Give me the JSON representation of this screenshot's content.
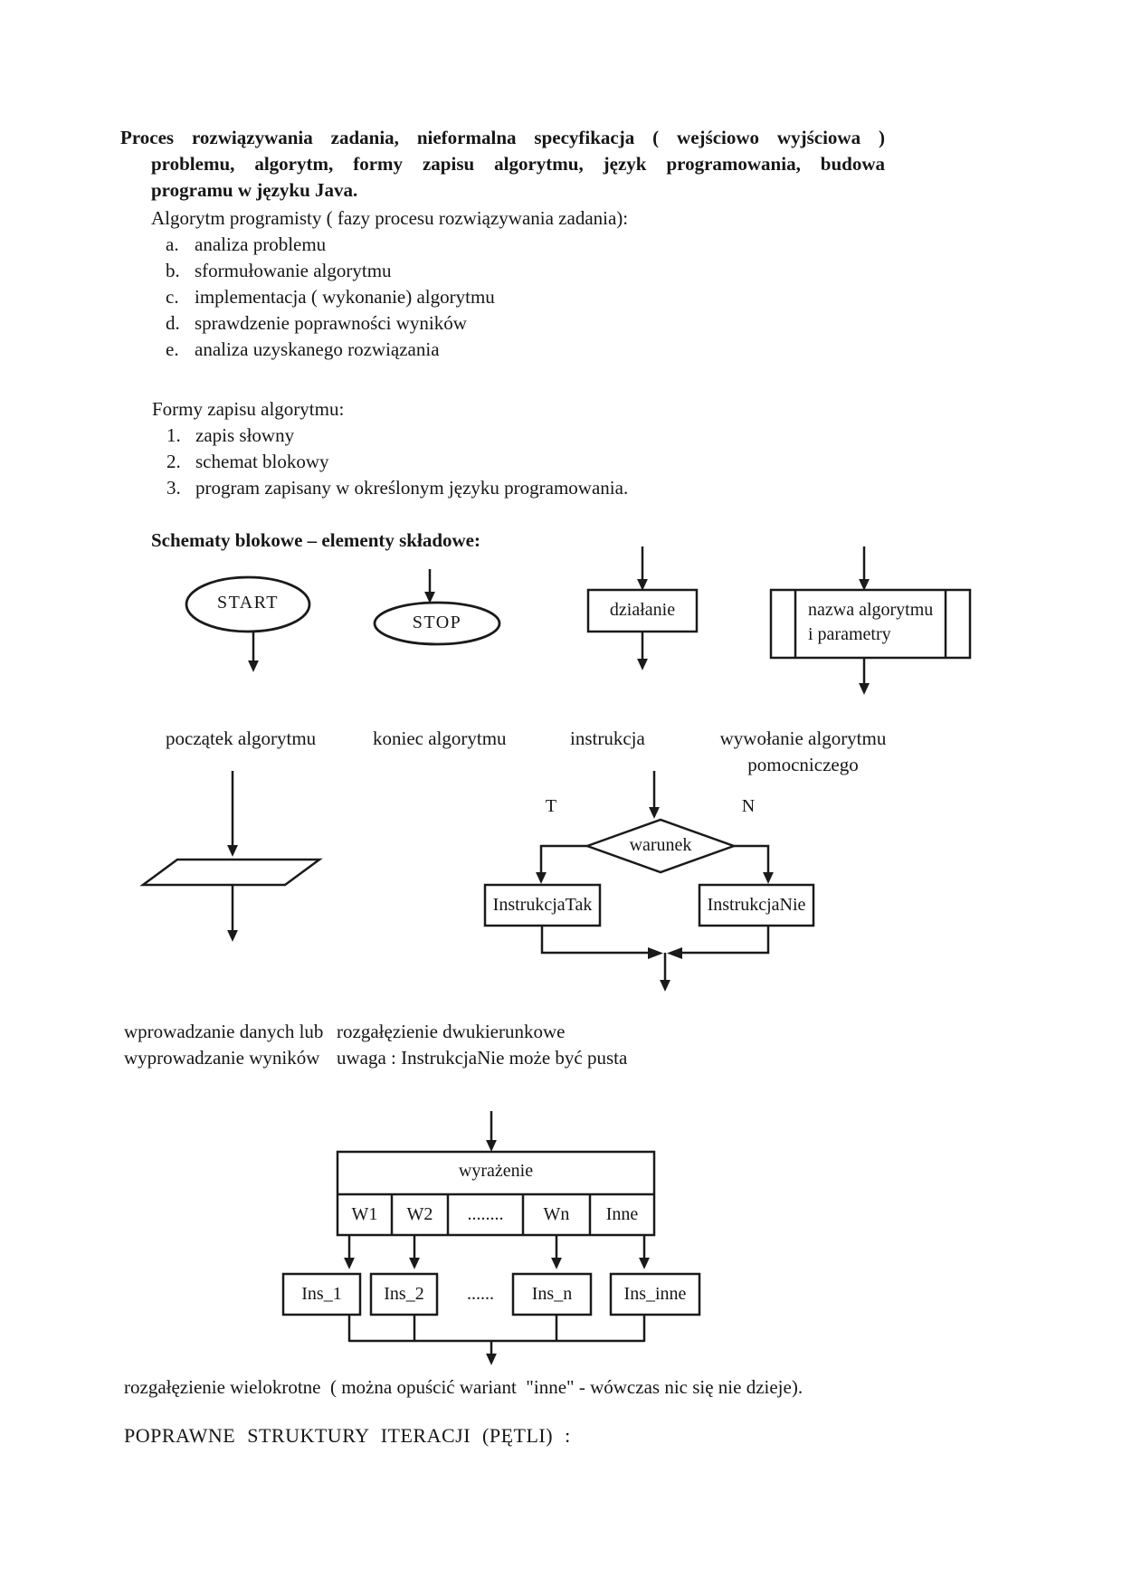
{
  "heading": {
    "line1": "Proces rozwiązywania zadania, nieformalna specyfikacja ( wejściowo wyjściowa )",
    "line2": "problemu, algorytm, formy zapisu algorytmu, język programowania, budowa",
    "line3": "programu w języku Java."
  },
  "intro": "Algorytm programisty ( fazy procesu rozwiązywania zadania):",
  "phases": [
    {
      "marker": "a.",
      "text": "analiza problemu"
    },
    {
      "marker": "b.",
      "text": "sformułowanie algorytmu"
    },
    {
      "marker": "c.",
      "text": "implementacja ( wykonanie) algorytmu"
    },
    {
      "marker": "d.",
      "text": "sprawdzenie poprawności wyników"
    },
    {
      "marker": "e.",
      "text": "analiza uzyskanego rozwiązania"
    }
  ],
  "forms_heading": "Formy zapisu algorytmu:",
  "forms": [
    {
      "marker": "1.",
      "text": "zapis słowny"
    },
    {
      "marker": "2.",
      "text": "schemat blokowy"
    },
    {
      "marker": "3.",
      "text": "program zapisany w określonym języku programowania."
    }
  ],
  "diagram_heading": "Schematy blokowe – elementy składowe:",
  "elements": {
    "start": "START",
    "stop": "STOP",
    "action": "działanie",
    "subroutine_line1": "nazwa algorytmu",
    "subroutine_line2": "i parametry",
    "caption_start": "początek algorytmu",
    "caption_stop": "koniec algorytmu",
    "caption_action": "instrukcja",
    "caption_subroutine_line1": "wywołanie algorytmu",
    "caption_subroutine_line2": "pomocniczego"
  },
  "decision": {
    "true_label": "T",
    "false_label": "N",
    "condition": "warunek",
    "true_box": "InstrukcjaTak",
    "false_box": "InstrukcjaNie",
    "io_caption_line1": "wprowadzanie danych lub",
    "io_caption_line2": "wyprowadzanie wyników",
    "branch_caption_line1": "rozgałęzienie dwukierunkowe",
    "branch_caption_line2": "uwaga : InstrukcjaNie może być pusta"
  },
  "multiway": {
    "expression": "wyrażenie",
    "cases": [
      "W1",
      "W2",
      "........",
      "Wn",
      "Inne"
    ],
    "dots": "......",
    "instructions": [
      "Ins_1",
      "Ins_2",
      "Ins_n",
      "Ins_inne"
    ],
    "caption": "rozgałęzienie wielokrotne  ( można opuścić wariant  \"inne\" - wówczas nic się nie dzieje)."
  },
  "footer_heading": "POPRAWNE STRUKTURY ITERACJI (PĘTLI) :",
  "ink_color": "#1a1a1a"
}
